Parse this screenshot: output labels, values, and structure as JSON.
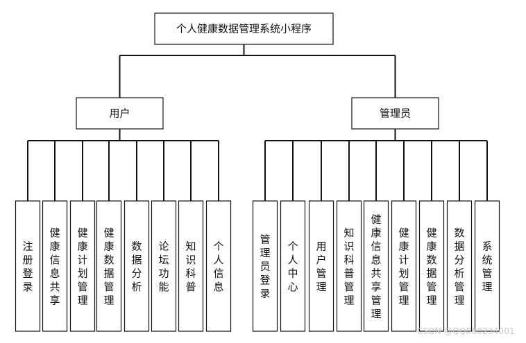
{
  "root": {
    "label": "个人健康数据管理系统小程序"
  },
  "branches": [
    {
      "key": "user",
      "label": "用户",
      "children": [
        "注册登录",
        "健康信息共享",
        "健康计划管理",
        "健康数据管理",
        "数据分析",
        "论坛功能",
        "知识科普",
        "个人信息"
      ]
    },
    {
      "key": "admin",
      "label": "管理员",
      "children": [
        "管理员登录",
        "个人中心",
        "用户管理",
        "知识科普管理",
        "健康信息共享管理",
        "健康计划管理",
        "健康数据管理",
        "数据分析管理",
        "系统管理"
      ]
    }
  ],
  "watermark": "CSDN @QQ860234001"
}
